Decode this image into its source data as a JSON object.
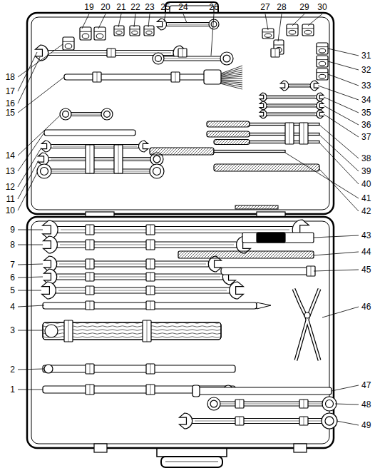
{
  "diagram": {
    "labels": [
      "1",
      "2",
      "3",
      "4",
      "5",
      "6",
      "7",
      "8",
      "9",
      "10",
      "11",
      "12",
      "13",
      "14",
      "15",
      "16",
      "17",
      "18",
      "19",
      "20",
      "21",
      "22",
      "23",
      "24",
      "25",
      "26",
      "27",
      "28",
      "29",
      "30",
      "31",
      "32",
      "33",
      "34",
      "35",
      "36",
      "37",
      "38",
      "39",
      "40",
      "41",
      "42",
      "43",
      "44",
      "45",
      "46",
      "47",
      "48",
      "49"
    ]
  }
}
